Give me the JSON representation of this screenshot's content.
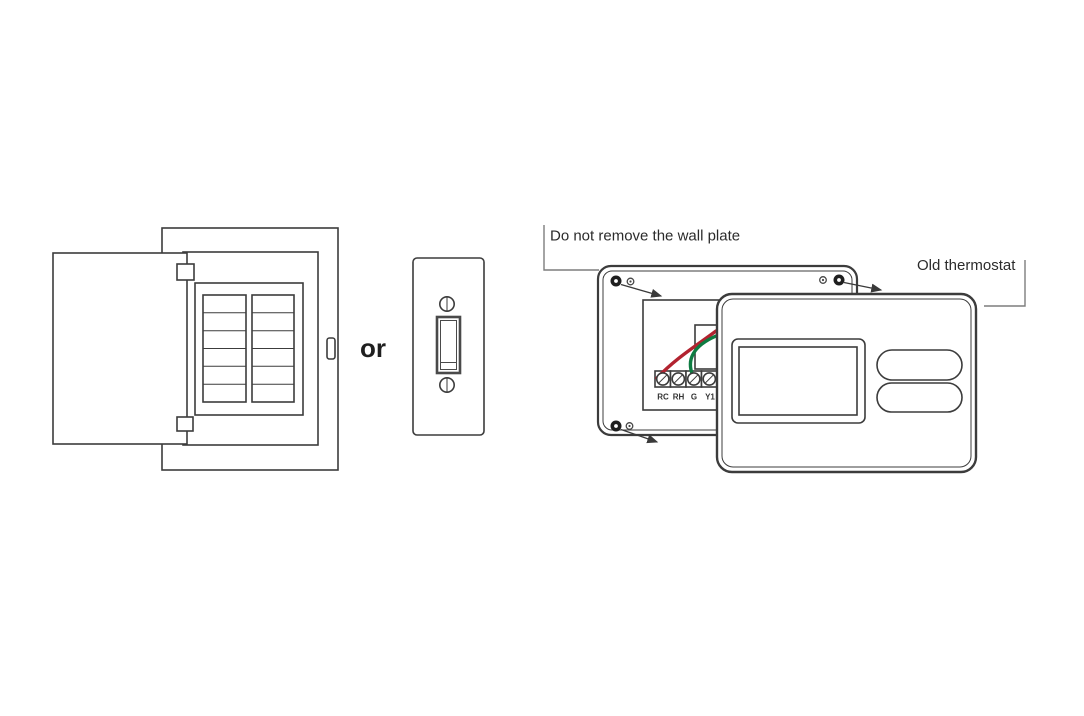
{
  "labels": {
    "or": "or",
    "do_not_remove": "Do not remove the wall plate",
    "old_thermostat": "Old thermostat"
  },
  "terminals": [
    "RC",
    "RH",
    "G",
    "Y1"
  ],
  "colors": {
    "line": "#3c3c3c",
    "wire_red": "#b22330",
    "wire_green": "#0e7c42",
    "leader_line": "#7d7d7d",
    "text": "#2b2b2b"
  }
}
